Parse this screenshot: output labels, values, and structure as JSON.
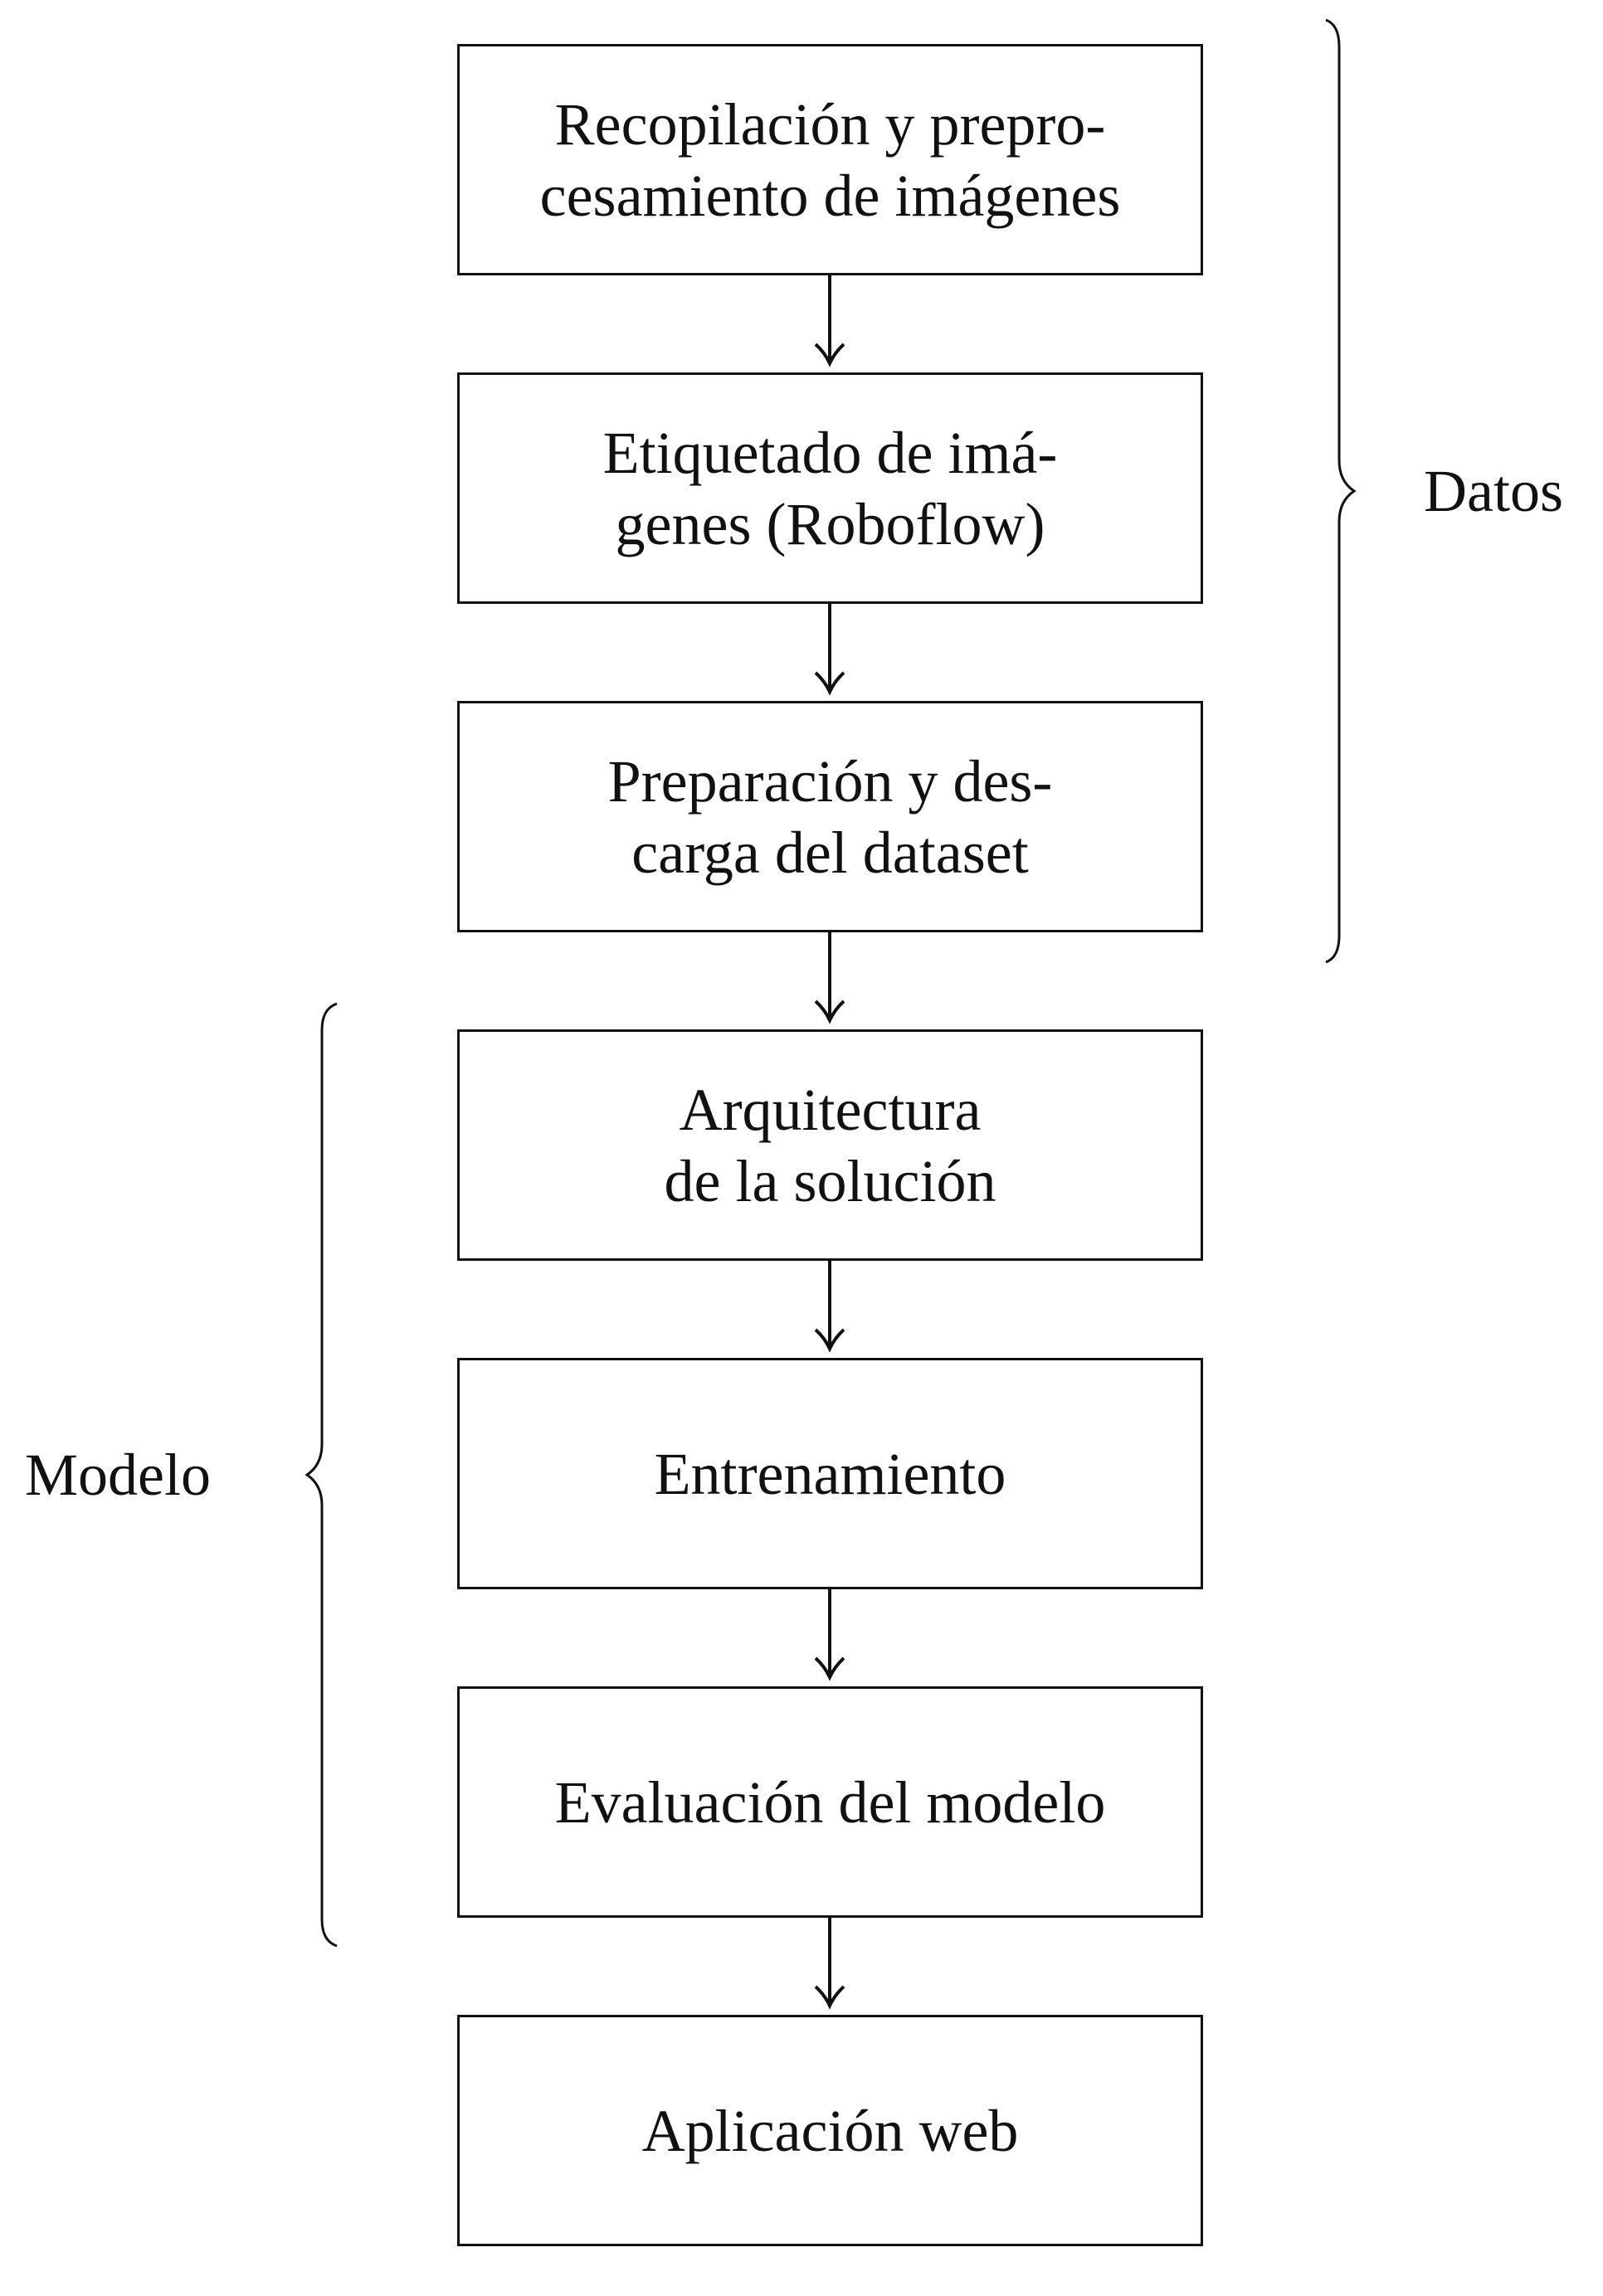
{
  "steps": [
    {
      "lines": [
        "Recopilación y prepro-",
        "cesamiento de imágenes"
      ]
    },
    {
      "lines": [
        "Etiquetado de imá-",
        "genes (Roboflow)"
      ]
    },
    {
      "lines": [
        "Preparación y des-",
        "carga del dataset"
      ]
    },
    {
      "lines": [
        "Arquitectura",
        "de la solución"
      ]
    },
    {
      "lines": [
        "Entrenamiento"
      ]
    },
    {
      "lines": [
        "Evaluación del modelo"
      ]
    },
    {
      "lines": [
        "Aplicación web"
      ]
    }
  ],
  "groups": {
    "datos": {
      "label": "Datos"
    },
    "modelo": {
      "label": "Modelo"
    }
  },
  "colors": {
    "stroke": "#111111",
    "background": "#ffffff"
  }
}
